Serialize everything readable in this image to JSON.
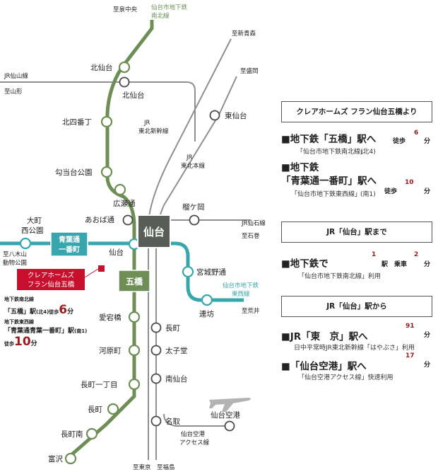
{
  "directions": {
    "izumichuo": "至泉中央",
    "shinaomori": "至新青森",
    "morioka": "至盛岡",
    "yamagata": "至山形",
    "ishinomaki": "至石巻",
    "arai": "至荒井",
    "yagiyama": "至八木山",
    "yagiyama2": "動物公園",
    "tokyo": "至東京",
    "fukushima": "至福島"
  },
  "lines": {
    "namboku": [
      "仙台市地下鉄",
      "南北線"
    ],
    "tozai": [
      "仙台市地下鉄",
      "東西線"
    ],
    "jr_senzan": "JR仙山線",
    "jr_shinkansen": [
      "JR",
      "東北新幹線"
    ],
    "jr_honsen": [
      "JR",
      "東北本線"
    ],
    "jr_senseki": "JR仙石線",
    "airport_access": [
      "仙台空港",
      "アクセス線"
    ]
  },
  "stations": {
    "kitasendai": "北仙台",
    "kitasendai_jr": "北仙台",
    "kitayonbancho": "北四番丁",
    "koutoudai": "勾当台公園",
    "hirosedori": "広瀬通",
    "aobadori": "あおば通",
    "sendai": "仙台",
    "sendai_small": "仙台",
    "tsutsujigaoka": "榴ケ岡",
    "higashisendai": "東仙台",
    "omachi": [
      "大町",
      "西公園"
    ],
    "aobadori_ichibancho": [
      "青葉通",
      "一番町"
    ],
    "itsutsubashi": "五橋",
    "miyaginohara": "宮城野通",
    "renbo": "連坊",
    "atagobashi": "愛宕橋",
    "kawaramachi": "河原町",
    "nagamachi_itchome": "長町一丁目",
    "nagamachi": "長町",
    "nagamachi_sub": "長町",
    "nagamachi_minami": "長町南",
    "tomizawa": "富沢",
    "taishido": "太子堂",
    "minamisendai": "南仙台",
    "natori": "名取",
    "sendai_airport": "仙台空港"
  },
  "property": {
    "label": [
      "クレアホームズ",
      "フラン仙台五橋"
    ],
    "color": "#c8102e"
  },
  "left_info": {
    "l1": "地下鉄南北線",
    "l2": "「五橋」駅",
    "l2b": "(北4)",
    "l2c": "徒歩",
    "l2n": "6",
    "l2u": "分",
    "l3": "地下鉄東西線",
    "l4": "「青葉通青葉一番町」駅",
    "l4b": "(南1)",
    "l5": "徒歩",
    "l5n": "10",
    "l5u": "分"
  },
  "panel1": {
    "header": "クレアホームズ フラン仙台五橋より",
    "r1_main": "■地下鉄「五橋」駅へ",
    "r1_walk": "徒歩",
    "r1_num": "6",
    "r1_unit": "分",
    "r1_note": "「仙台市地下鉄南北線」",
    "r1_note2": "(北4)",
    "r2_main1": "■地下鉄",
    "r2_main2": "「青葉通一番町」駅へ",
    "r2_note": "「仙台市地下鉄東西線」",
    "r2_note2": "(南1)",
    "r2_walk": "徒歩",
    "r2_num": "10",
    "r2_unit": "分"
  },
  "panel2": {
    "header": "JR「仙台」駅まで",
    "main": "■地下鉄で",
    "note": "「仙台市地下鉄南北線」利用",
    "n1": "1",
    "u1": "駅",
    "ride": "乗車",
    "n2": "2",
    "u2": "分"
  },
  "panel3": {
    "header": "JR「仙台」駅から",
    "r1_main": "■JR「東　京」駅へ",
    "r1_note": "日中平常時JR東北新幹線「はやぶさ」利用",
    "r1_num": "91",
    "r1_unit": "分",
    "r2_main": "■「仙台空港」駅へ",
    "r2_note": "「仙台空港アクセス線」快速利用",
    "r2_num": "17",
    "r2_unit": "分"
  },
  "colors": {
    "namboku": "#6d8f55",
    "tozai": "#38a7ad",
    "jr": "#8a8a8a",
    "accent": "#9b1d20"
  },
  "icons": {
    "plane": "airplane-icon"
  }
}
